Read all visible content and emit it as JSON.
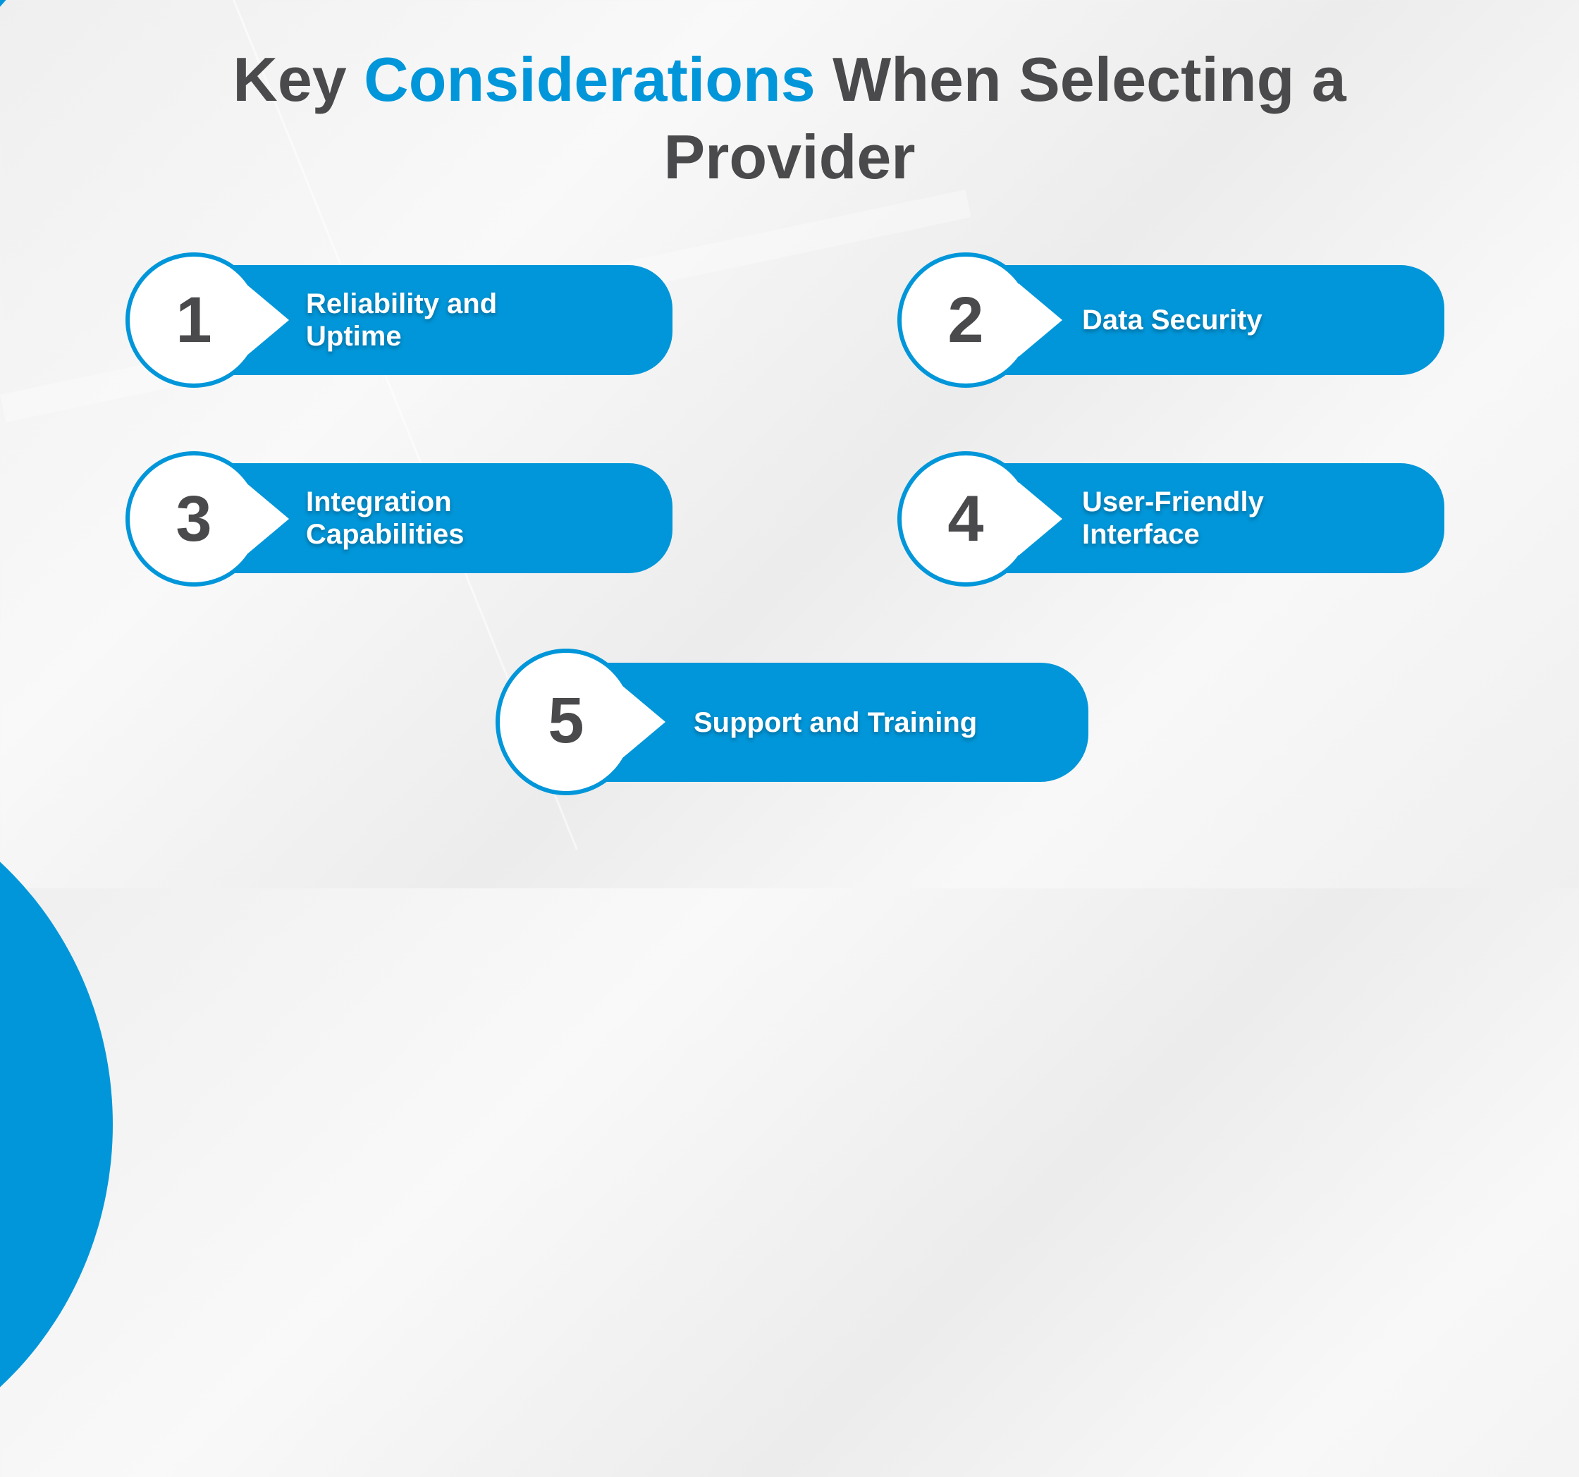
{
  "title": {
    "part1": "Key ",
    "accent": "Considerations",
    "part2": " When Selecting a",
    "line2": "Provider"
  },
  "colors": {
    "accent": "#0096d9",
    "text_dark": "#4a4a4c",
    "card_text": "#ffffff"
  },
  "items": [
    {
      "number": "1",
      "line1": "Reliability and",
      "line2": "Uptime"
    },
    {
      "number": "2",
      "line1": "Data Security",
      "line2": ""
    },
    {
      "number": "3",
      "line1": "Integration",
      "line2": "Capabilities"
    },
    {
      "number": "4",
      "line1": "User-Friendly",
      "line2": "Interface"
    },
    {
      "number": "5",
      "line1": "Support and Training",
      "line2": ""
    }
  ]
}
